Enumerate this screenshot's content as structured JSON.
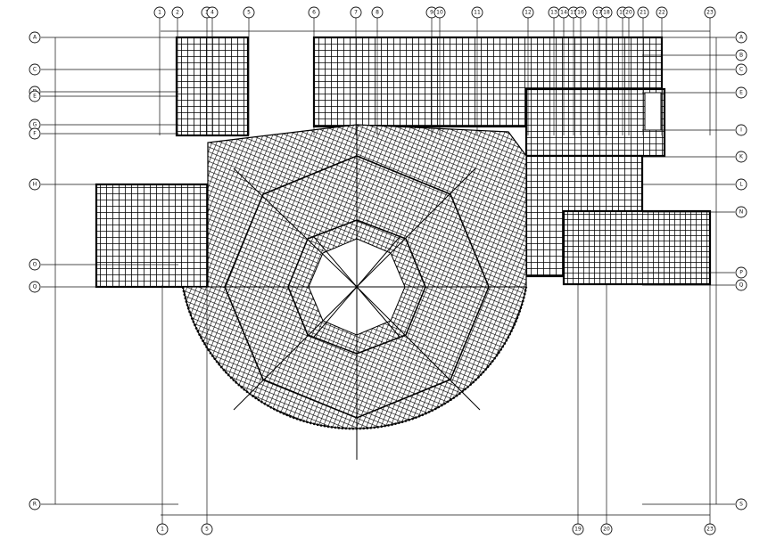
{
  "drawing": {
    "kind": "roof framing plan (CAD)",
    "colors": {
      "line": "#111111",
      "paper": "#ffffff"
    }
  },
  "top_axes": [
    "1",
    "2",
    "3",
    "4",
    "5",
    "6",
    "7",
    "8",
    "9",
    "10",
    "11",
    "12",
    "13",
    "14",
    "15",
    "16",
    "17",
    "18",
    "19",
    "20",
    "21",
    "22",
    "23"
  ],
  "bottom_axes": [
    "1",
    "5",
    "19",
    "20",
    "23"
  ],
  "left_axes": [
    "A",
    "C",
    "D",
    "E",
    "G",
    "F",
    "H",
    "O",
    "Q",
    "R",
    "S"
  ],
  "right_axes": [
    "A",
    "B",
    "C",
    "E",
    "I",
    "K",
    "L",
    "N",
    "P",
    "Q",
    "S"
  ]
}
